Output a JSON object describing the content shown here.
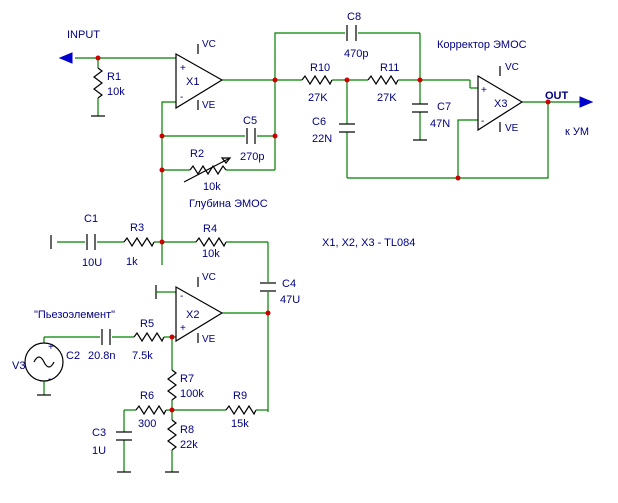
{
  "labels": {
    "input": "INPUT",
    "out": "OUT",
    "to_amp": "к УМ",
    "emos_corrector": "Корректор ЭМОС",
    "emos_depth": "Глубина ЭМОС",
    "piezo": "\"Пьезоэлемент\"",
    "opamps": "X1, X2, X3 - TL084"
  },
  "pins": {
    "vc": "VC",
    "ve": "VE",
    "plus": "+",
    "minus": "-"
  },
  "components": {
    "R1": {
      "name": "R1",
      "value": "10k"
    },
    "R2": {
      "name": "R2",
      "value": "10k"
    },
    "R3": {
      "name": "R3",
      "value": "1k"
    },
    "R4": {
      "name": "R4",
      "value": "10k"
    },
    "R5": {
      "name": "R5",
      "value": "7.5k"
    },
    "R6": {
      "name": "R6",
      "value": "300"
    },
    "R7": {
      "name": "R7",
      "value": "100k"
    },
    "R8": {
      "name": "R8",
      "value": "22k"
    },
    "R9": {
      "name": "R9",
      "value": "15k"
    },
    "R10": {
      "name": "R10",
      "value": "27K"
    },
    "R11": {
      "name": "R11",
      "value": "27K"
    },
    "C1": {
      "name": "C1",
      "value": "10U"
    },
    "C2": {
      "name": "C2",
      "value": "20.8n"
    },
    "C3": {
      "name": "C3",
      "value": "1U"
    },
    "C4": {
      "name": "C4",
      "value": "47U"
    },
    "C5": {
      "name": "C5",
      "value": "270p"
    },
    "C6": {
      "name": "C6",
      "value": "22N"
    },
    "C7": {
      "name": "C7",
      "value": "47N"
    },
    "C8": {
      "name": "C8",
      "value": "470p"
    },
    "X1": {
      "name": "X1"
    },
    "X2": {
      "name": "X2"
    },
    "X3": {
      "name": "X3"
    },
    "V3": {
      "name": "V3"
    }
  },
  "colors": {
    "wire": "#008000",
    "component": "#000000",
    "junction": "#cc0000",
    "arrow": "#0000cc"
  }
}
